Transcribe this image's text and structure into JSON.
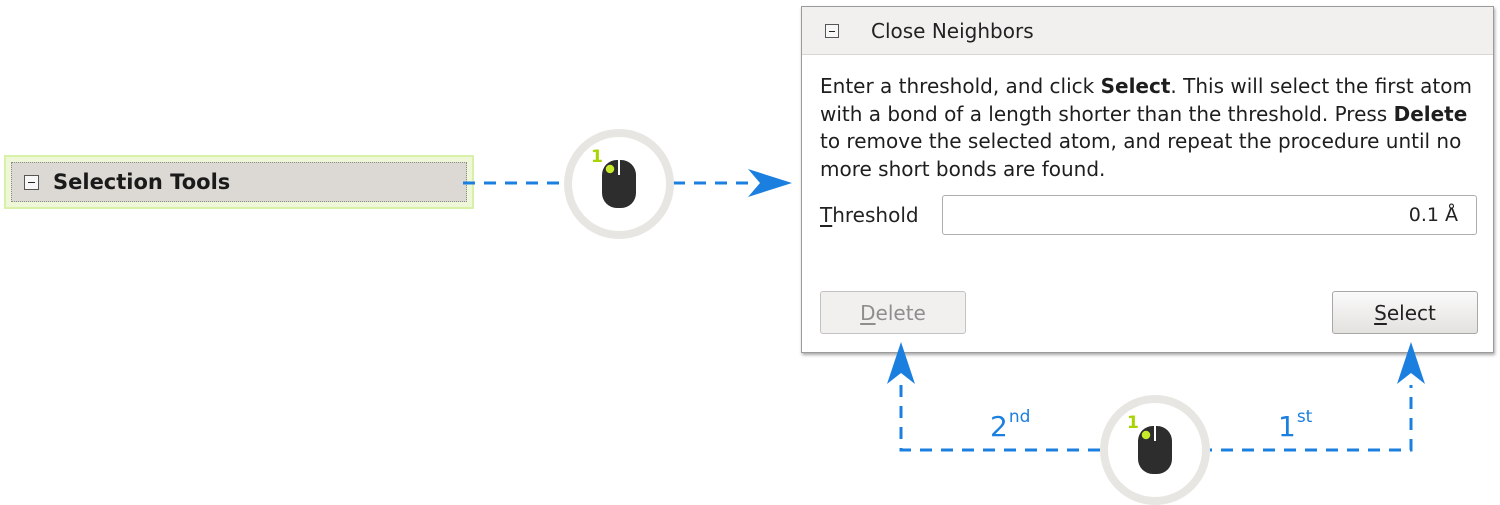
{
  "selection_tools": {
    "title": "Selection Tools"
  },
  "close_neighbors": {
    "title": "Close Neighbors",
    "description": {
      "part1": "Enter a threshold, and click ",
      "select_word": "Select",
      "part2": ". This will select the first atom with a bond of a length shorter than the threshold. Press ",
      "delete_word": "Delete",
      "part3": " to remove the selected atom, and repeat the procedure until no more short bonds are found."
    },
    "threshold": {
      "label_mnemonic": "T",
      "label_rest": "hreshold",
      "value": "0.1 Å"
    },
    "delete_button": {
      "mnemonic": "D",
      "rest": "elete",
      "enabled": false
    },
    "select_button": {
      "mnemonic": "S",
      "rest": "elect",
      "enabled": true
    }
  },
  "annotations": {
    "click_badge_number": "1",
    "order_labels": [
      {
        "main": "2",
        "sup": "nd"
      },
      {
        "main": "1",
        "sup": "st"
      }
    ],
    "arrow_color": "#1b7fe0",
    "badge_accent": "#a8d400"
  }
}
